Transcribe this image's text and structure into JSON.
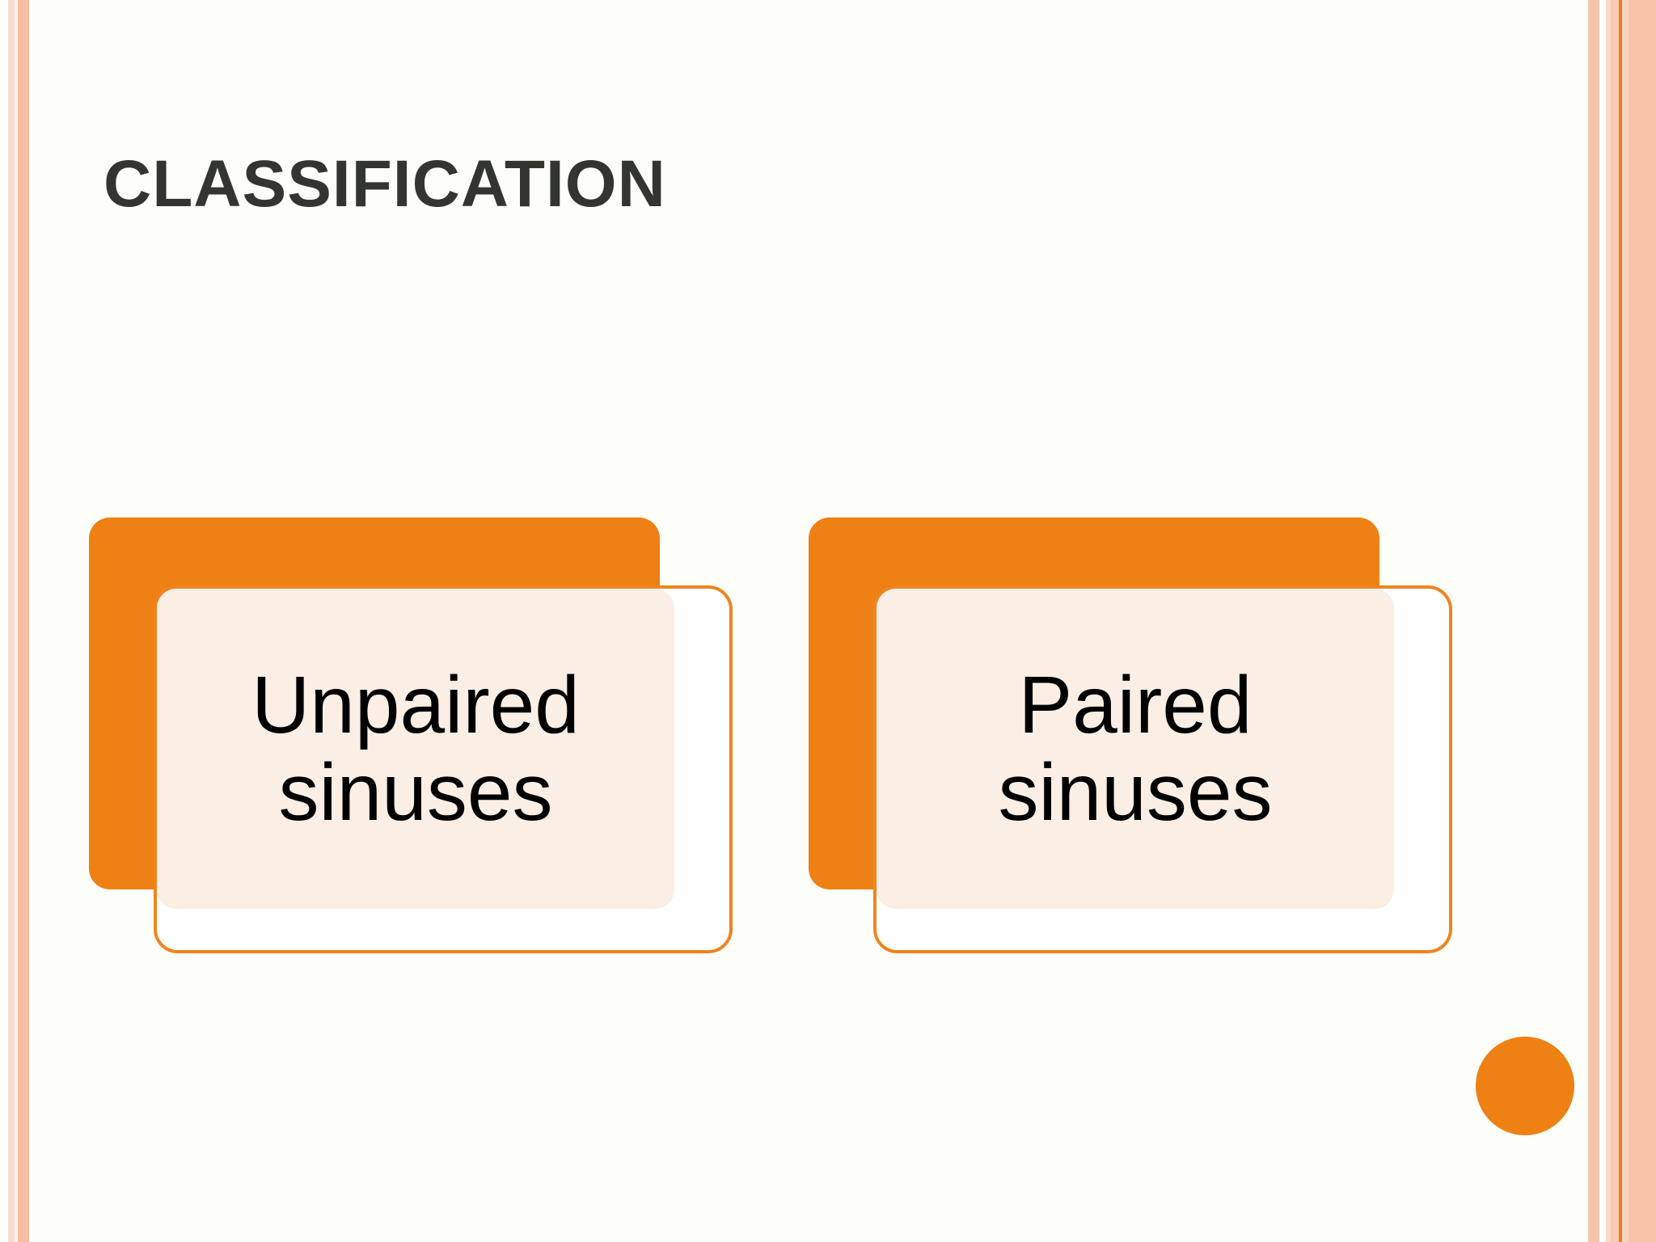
{
  "slide": {
    "title": "CLASSIFICATION",
    "background_color": "#fdfdfa",
    "accent_color": "#ee8014",
    "title_color": "#33352f"
  },
  "cards": [
    {
      "label": "Unpaired\nsinuses",
      "back_color": "#ee8014",
      "panel_color": "#faeee5",
      "outline_color": "#ef8420"
    },
    {
      "label": "Paired\nsinuses",
      "back_color": "#ee8014",
      "panel_color": "#faeee5",
      "outline_color": "#ef8420"
    }
  ],
  "decor": {
    "corner_dot_color": "#ee8014",
    "left_stripe_colors": [
      "#f7ded1",
      "#fdf2ec",
      "#f4bfa2"
    ],
    "right_stripe_colors": [
      "#f6c4a8",
      "#ffffff",
      "#f8d9c6",
      "#f7c9ae",
      "#e8821e",
      "#f9d4bd",
      "#f6c5a9"
    ]
  }
}
